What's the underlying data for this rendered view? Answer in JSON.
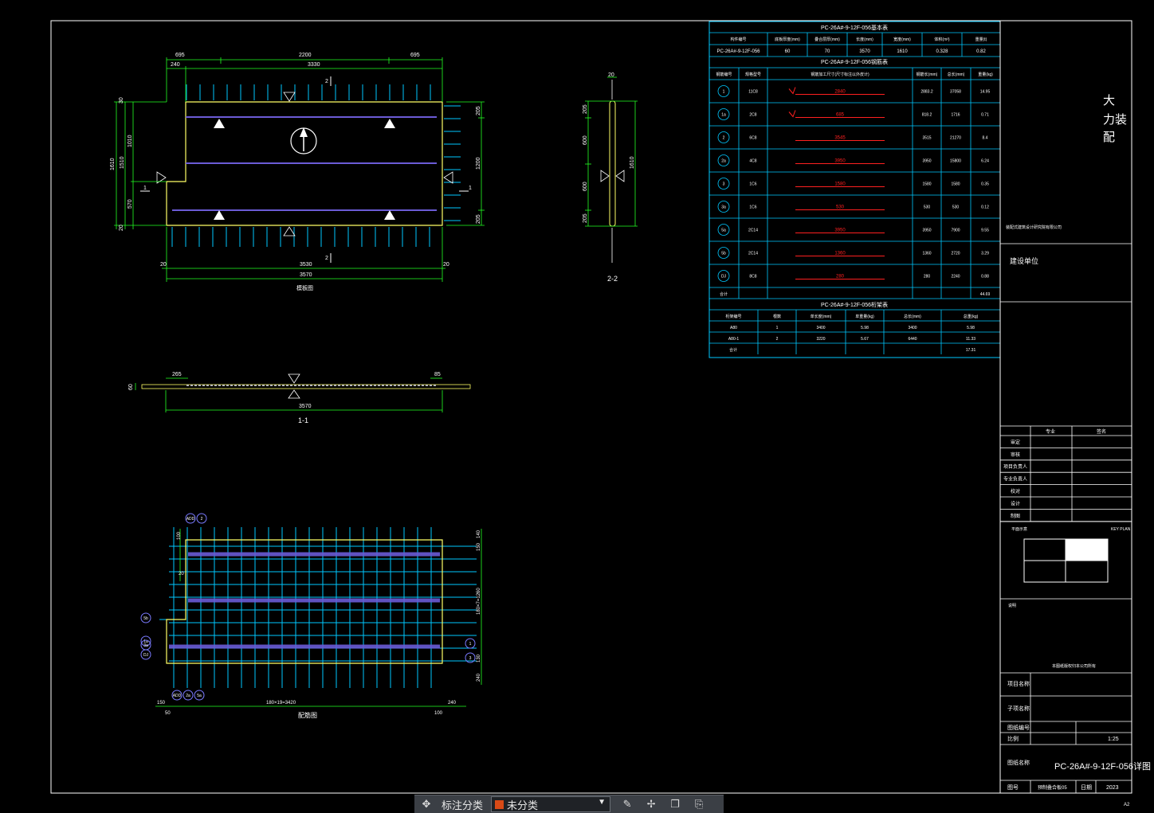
{
  "colors": {
    "frame": "#ffffff",
    "outline": "#ffff66",
    "grid": "#00c8ff",
    "rebar": "#6b5bd6",
    "red": "#ff2020",
    "green": "#22ff22",
    "text": "#ffffff",
    "bubble": "#7a7aff",
    "layer_swatch": "#d84a16"
  },
  "views": {
    "plan_label": "模板图",
    "section11_label": "1-1",
    "section22_label": "2-2",
    "rebar_label": "配筋图"
  },
  "plan_dims": {
    "top_a": "695",
    "top_b": "2200",
    "top_c": "695",
    "top_d": "240",
    "top_e": "3330",
    "bottom_a": "20",
    "bottom_b": "3530",
    "bottom_c": "20",
    "bottom_total": "3570",
    "left_a": "30",
    "left_b": "1010",
    "left_c": "1510",
    "left_d": "570",
    "left_e": "20",
    "left_total": "1610",
    "right_a": "205",
    "right_b": "1200",
    "right_c": "205",
    "mark2": "2",
    "mark1": "1"
  },
  "section11_dims": {
    "a": "265",
    "b": "85",
    "total": "3570",
    "h": "60"
  },
  "section22_dims": {
    "top": "20",
    "a": "205",
    "b": "600",
    "c": "600",
    "d": "205",
    "total": "1610"
  },
  "rebar_dims": {
    "bottom_main": "180×19=3420",
    "bottom_l": "150",
    "bottom_r": "240",
    "bottom_sub_l": "50",
    "bottom_sub_r": "100",
    "right_main": "180×7=1260",
    "right_a": "140",
    "right_b": "150",
    "right_c": "130",
    "right_d": "240",
    "left_a": "100",
    "left_b": "20",
    "bubbles_left": [
      "5b",
      "1a",
      "3a",
      "DJ"
    ],
    "bubbles_bottom": [
      "ADD",
      "2a",
      "5a"
    ],
    "bubbles_top": [
      "ADD",
      "2"
    ],
    "bubbles_right": [
      "1",
      "3"
    ]
  },
  "table1": {
    "title": "PC-26A#-9-12F-056基本表",
    "headers": [
      "构件编号",
      "底板厚度(mm)",
      "叠合层厚(mm)",
      "长度(mm)",
      "宽度(mm)",
      "体积(m³)",
      "重量(t)"
    ],
    "row": [
      "PC-26A#-9-12F-056",
      "60",
      "70",
      "3570",
      "1610",
      "0.328",
      "0.82"
    ]
  },
  "table2": {
    "title": "PC-26A#-9-12F-056钢筋表",
    "headers": [
      "钢筋编号",
      "规格型号",
      "钢筋加工尺寸(尺寸标注以外皮计)",
      "钢筋长(mm)",
      "总长(mm)",
      "重量(kg)"
    ],
    "rows": [
      {
        "no": "1",
        "spec": "11C8",
        "shape": "2840",
        "len": "2883.2",
        "total": "37058",
        "wt": "14.95",
        "hook": "true"
      },
      {
        "no": "1a",
        "spec": "2C8",
        "shape": "685",
        "len": "818.2",
        "total": "1716",
        "wt": "0.71",
        "hook": "true"
      },
      {
        "no": "2",
        "spec": "6C8",
        "shape": "3545",
        "len": "3515",
        "total": "21270",
        "wt": "8.4",
        "hook": ""
      },
      {
        "no": "2a",
        "spec": "4C8",
        "shape": "3950",
        "len": "3950",
        "total": "15800",
        "wt": "6.24",
        "hook": ""
      },
      {
        "no": "3",
        "spec": "1C6",
        "shape": "1580",
        "len": "1580",
        "total": "1580",
        "wt": "0.35",
        "hook": ""
      },
      {
        "no": "3a",
        "spec": "1C6",
        "shape": "530",
        "len": "530",
        "total": "530",
        "wt": "0.12",
        "hook": ""
      },
      {
        "no": "5a",
        "spec": "2C14",
        "shape": "3950",
        "len": "3950",
        "total": "7900",
        "wt": "9.55",
        "hook": ""
      },
      {
        "no": "5b",
        "spec": "2C14",
        "shape": "1360",
        "len": "1360",
        "total": "2720",
        "wt": "3.29",
        "hook": ""
      },
      {
        "no": "DJ",
        "spec": "8C8",
        "shape": "280",
        "len": "280",
        "total": "2240",
        "wt": "0.88",
        "hook": ""
      }
    ],
    "total_label": "合计",
    "total_value": "44.69"
  },
  "table3": {
    "title": "PC-26A#-9-12F-056桁架表",
    "headers": [
      "桁架编号",
      "根数",
      "单长度(mm)",
      "单重量(kg)",
      "总长(mm)",
      "总重(kg)"
    ],
    "rows": [
      [
        "A80",
        "1",
        "3400",
        "5.98",
        "3400",
        "5.98"
      ],
      [
        "A80-1",
        "2",
        "3220",
        "5.67",
        "6440",
        "11.33"
      ]
    ],
    "total_label": "合计",
    "total_value": "17.31"
  },
  "titleblock": {
    "company_lines": [
      "大",
      "力装",
      "配"
    ],
    "small_note": "装配式建筑设计研究院有限公司",
    "client_label": "建设单位",
    "sign_head_1": "专业",
    "sign_head_2": "签名",
    "sign_rows": [
      "审定",
      "审核",
      "项目负责人",
      "专业负责人",
      "校对",
      "设计",
      "制图"
    ],
    "keyplan_left": "平面示意",
    "keyplan_right": "KEY PLAN",
    "notes_label": "说明",
    "notes_text": "本图纸版权归本公司所有",
    "project_name_label": "项目名称",
    "project_sub_label": "子项名称",
    "drawing_no_label": "图纸编号",
    "scale_label": "比例",
    "scale_value": "1:25",
    "drawing_name_label": "图纸名称",
    "drawing_name_value": "PC-26A#-9-12F-056详图",
    "date_label": "日期",
    "date_value": "2023",
    "page_label": "图号",
    "page_value": "预制叠合板05",
    "sheet_size": "A2"
  },
  "toolbar": {
    "label": "标注分类",
    "layer_value": "未分类"
  }
}
